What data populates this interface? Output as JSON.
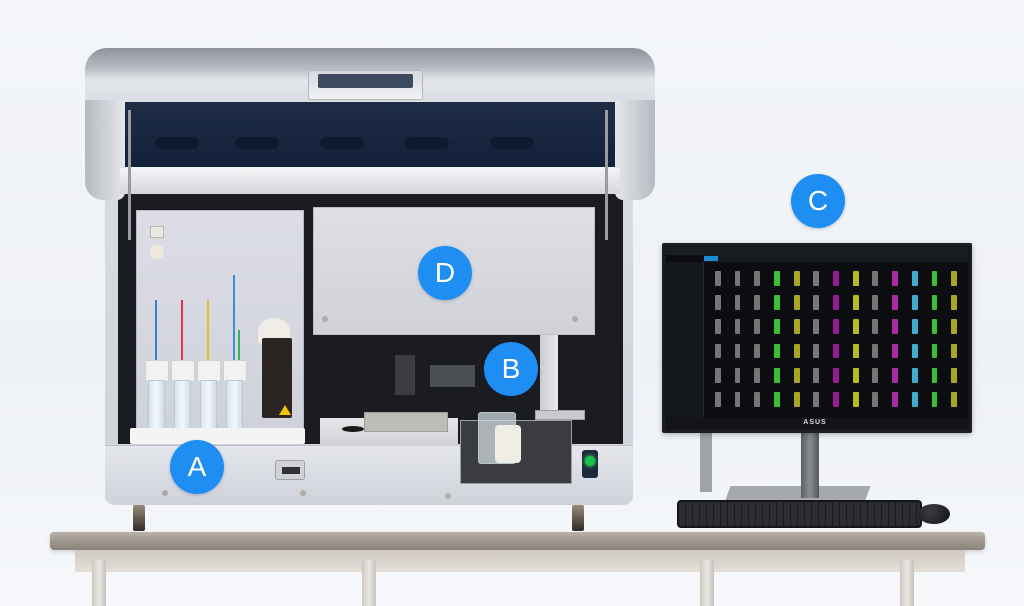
{
  "scene": {
    "description": "Laboratory instrument with open lid on a steel bench, connected monitor running analysis software, keyboard and mouse",
    "background_color": "#f1f4f8"
  },
  "callouts": [
    {
      "label": "A",
      "region": "reagent-bottles-and-pump",
      "color": "#1e8ef3"
    },
    {
      "label": "B",
      "region": "sample-loading-stage",
      "color": "#1e8ef3"
    },
    {
      "label": "C",
      "region": "control-software-monitor",
      "color": "#1e8ef3"
    },
    {
      "label": "D",
      "region": "optics-cover",
      "color": "#1e8ef3"
    }
  ],
  "monitor": {
    "brand": "ASUS",
    "screen": {
      "theme": "dark",
      "accent": "#1f8ad6",
      "columns": [
        {
          "color": "#8a8a8a"
        },
        {
          "color": "#8a8a8a"
        },
        {
          "color": "#8a8a8a"
        },
        {
          "color": "#43e03a"
        },
        {
          "color": "#c6c22a"
        },
        {
          "color": "#8a8a8a"
        },
        {
          "color": "#b01fa8"
        },
        {
          "color": "#d8d82a"
        },
        {
          "color": "#8a8a8a"
        },
        {
          "color": "#c72fc0"
        },
        {
          "color": "#4fc6ee"
        },
        {
          "color": "#43e03a"
        },
        {
          "color": "#c6c22a"
        }
      ],
      "rows": 6
    }
  },
  "reagent_panel": {
    "bottle_tube_colors": [
      "#3a7fd6",
      "#e0344a",
      "#e8c21a",
      "#3ab35a"
    ]
  }
}
